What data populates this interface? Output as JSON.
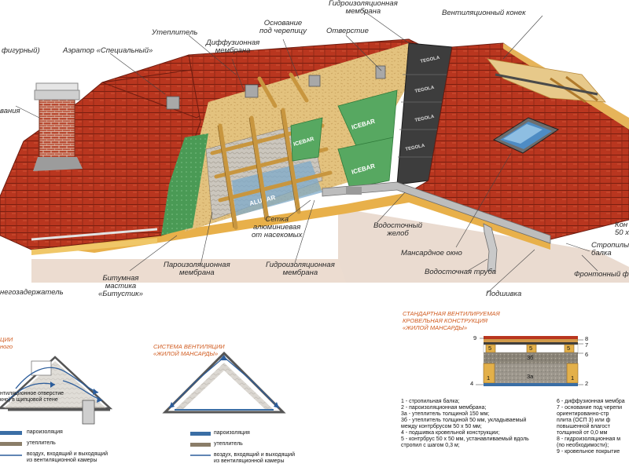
{
  "labels": {
    "l_figured": "фигурный)",
    "l_aerator": "Аэратор «Специальный»",
    "l_insul": "Утеплитель",
    "l_diff1": "Диффузионная",
    "l_diff2": "мембрана",
    "l_base1": "Основание",
    "l_base2": "под черепицу",
    "l_hole": "Отверстие",
    "l_hydro_top": "Гидроизоляционная",
    "l_hydro_top2": "мембрана",
    "l_vent_ridge": "Вентиляционный конек",
    "l_chimney": "вания",
    "l_bitum1": "Битумная",
    "l_bitum2": "мастика",
    "l_bitum3": "«Битустик»",
    "l_snow": "негозадержатель",
    "l_vapor1": "Пароизоляционная",
    "l_vapor2": "мембрана",
    "l_mesh1": "Сетка",
    "l_mesh2": "алюминиевая",
    "l_mesh3": "от насекомых",
    "l_hydro_bot1": "Гидроизоляционная",
    "l_hydro_bot2": "мембрана",
    "l_gutter1": "Водосточный",
    "l_gutter2": "желоб",
    "l_window": "Мансардное окно",
    "l_pipe": "Водосточная труба",
    "l_soffit": "Подшивка",
    "l_kon1": "Кон",
    "l_kon2": "50 х",
    "l_raft1": "Стропилы",
    "l_raft2": "балка",
    "l_front": "Фронтонный ф"
  },
  "brands": {
    "icebar": "ICEBAR",
    "tegola": "TEGOLA",
    "alubar": "ALUBAR"
  },
  "left_panel": {
    "header1": "ЦИИ",
    "header2": "ного",
    "vent1": "нтиляционное отверстие",
    "vent2": "кно) в щипцовой стене",
    "leg1": "пароизоляция",
    "leg2": "утеплитель",
    "leg3": "воздух, входящий и выходящий",
    "leg4": "из вентиляционной камеры"
  },
  "mid_panel": {
    "header1": "СИСТЕМА ВЕНТИЛЯЦИИ",
    "header2": "«ЖИЛОЙ МАНСАРДЫ»",
    "leg1": "пароизоляция",
    "leg2": "утеплитель",
    "leg3": "воздух, входящий и выходящий",
    "leg4": "из вентиляционной камеры"
  },
  "right_panel": {
    "header1": "СТАНДАРТНАЯ ВЕНТИЛИРУЕМАЯ",
    "header2": "КРОВЕЛЬНАЯ КОНСТРУКЦИЯ",
    "header3": "«ЖИЛОЙ МАНСАРДЫ»",
    "n9": "9",
    "n8": "8",
    "n7": "7",
    "n6": "6",
    "n5a": "5",
    "n5b": "5",
    "n5c": "5",
    "n3b": "3б",
    "n3a": "3а",
    "n1a": "1",
    "n1b": "1",
    "n4": "4",
    "n2": "2",
    "legend_left": [
      "1  - стропильная балка;",
      "2  -  пароизоляционная мембрана;",
      "3а - утеплитель толщиной 150 мм;",
      "3б - утеплитель толщиной 50 мм, укладываемый",
      "        между контрбрусом 50 х 50 мм;",
      "4  - подшивка кровельной конструкции;",
      "5  - контрбрус 50 х 50 мм, устанавливаемый вдоль",
      "        стропил с шагом 0,3 м;"
    ],
    "legend_right": [
      "6  - диффузионная мембра",
      "7  - основание под черепи",
      "       ориентированно-стр",
      "       плита (ОСП 3) или ф",
      "       повышенной влагост",
      "       толщиной от 0,0 мм",
      "8  - гидроизоляционная м",
      "       (по необходимости);",
      "9  - кровельное покрытие"
    ]
  }
}
